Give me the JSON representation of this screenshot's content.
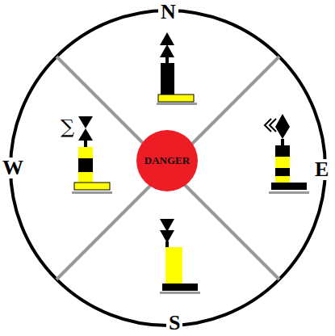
{
  "diagram": {
    "nodes": [
      {
        "text": [
          "DANGER"
        ]
      }
    ],
    "labels": [
      "N",
      "E",
      "S",
      "W",
      "∑"
    ]
  }
}
